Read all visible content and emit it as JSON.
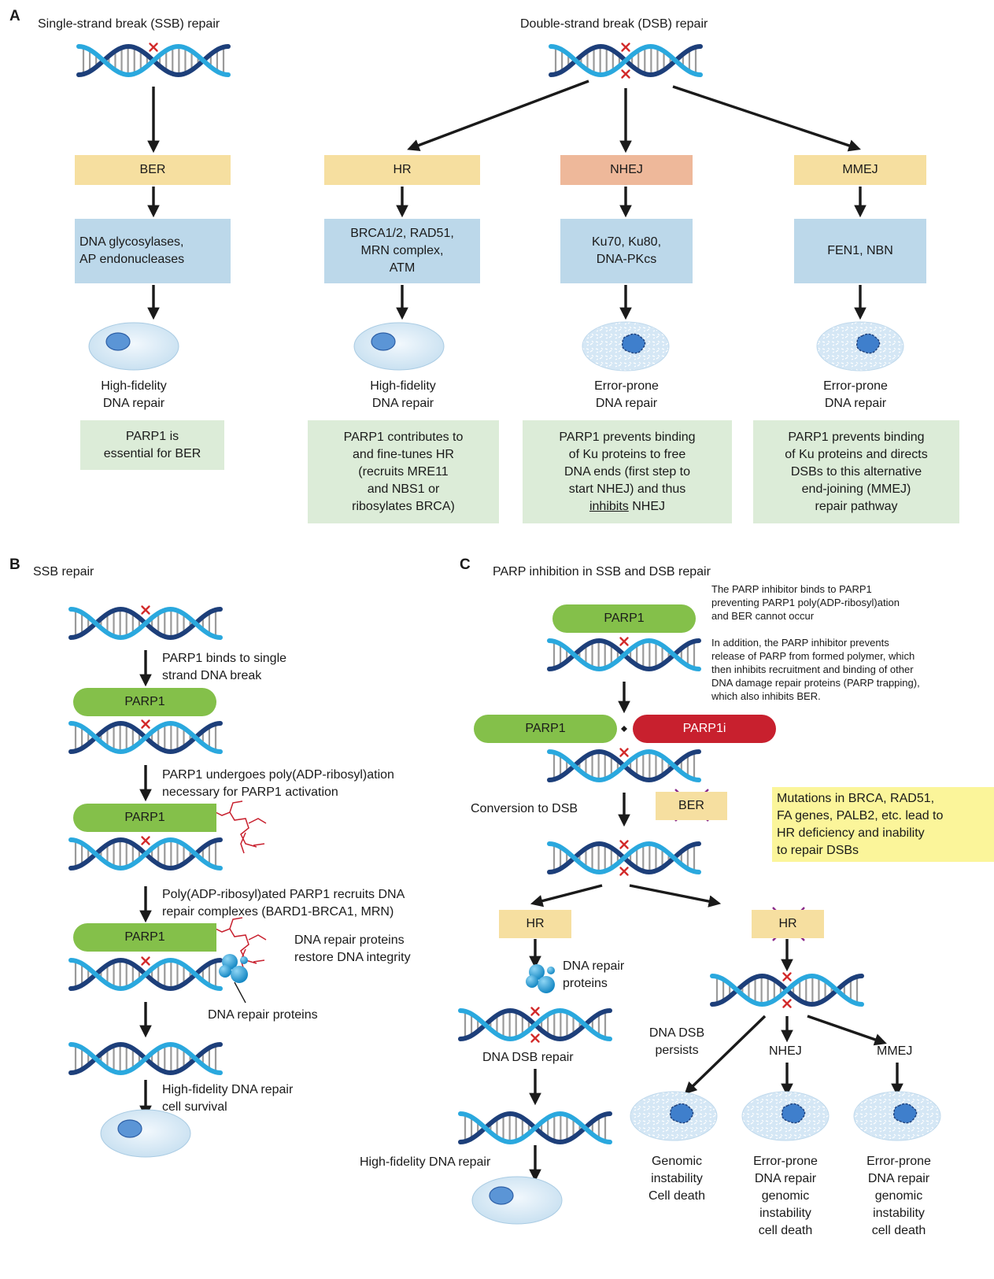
{
  "panelA": {
    "letter": "A",
    "ssb_title": "Single-strand break (SSB) repair",
    "dsb_title": "Double-strand break (DSB) repair",
    "pathways": {
      "ber": "BER",
      "hr": "HR",
      "nhej": "NHEJ",
      "mmej": "MMEJ"
    },
    "proteins": {
      "ber": "DNA glycosylases,\nAP endonucleases",
      "hr": "BRCA1/2, RAD51,\nMRN complex,\nATM",
      "nhej": "Ku70, Ku80,\nDNA-PKcs",
      "mmej": "FEN1, NBN"
    },
    "outcomes": {
      "ber": "High-fidelity\nDNA repair",
      "hr": "High-fidelity\nDNA repair",
      "nhej": "Error-prone\nDNA repair",
      "mmej": "Error-prone\nDNA repair"
    },
    "roles": {
      "ber": "PARP1 is\nessential for BER",
      "hr": "PARP1 contributes to\nand fine-tunes HR\n(recruits MRE11\nand NBS1 or\nribosylates BRCA)",
      "nhej_pre": "PARP1 prevents binding\nof Ku proteins to free\nDNA ends (first step to\nstart NHEJ) and thus\n",
      "nhej_underline": "inhibits",
      "nhej_post": " NHEJ",
      "mmej": "PARP1 prevents binding\nof Ku proteins and directs\nDSBs to this alternative\nend-joining (MMEJ)\nrepair pathway"
    }
  },
  "panelB": {
    "letter": "B",
    "title": "SSB repair",
    "step1": "PARP1 binds to single\nstrand DNA break",
    "step2": "PARP1 undergoes poly(ADP-ribosyl)ation\nnecessary for PARP1 activation",
    "step3": "Poly(ADP-ribosyl)ated PARP1 recruits DNA\nrepair complexes (BARD1-BRCA1, MRN)",
    "restore": "DNA repair proteins\nrestore DNA integrity",
    "repair_proteins": "DNA repair proteins",
    "final": "High-fidelity DNA repair\ncell survival",
    "parp1": "PARP1"
  },
  "panelC": {
    "letter": "C",
    "title": "PARP inhibition in SSB and DSB repair",
    "note1": "The PARP inhibitor binds to PARP1\npreventing PARP1 poly(ADP-ribosyl)ation\nand BER cannot occur",
    "note2": "In addition, the PARP inhibitor prevents\nrelease of PARP from formed polymer, which\nthen inhibits recruitment and binding of other\nDNA damage repair proteins (PARP trapping),\nwhich also inhibits BER.",
    "parp1": "PARP1",
    "parp1i": "PARP1i",
    "conversion": "Conversion to DSB",
    "ber": "BER",
    "mutations": "Mutations in BRCA, RAD51,\nFA genes, PALB2, etc. lead to\nHR deficiency and inability\nto repair DSBs",
    "hr": "HR",
    "hr_blocked": "HR",
    "repair_proteins": "DNA repair\nproteins",
    "dsb_repair": "DNA DSB repair",
    "high_fidelity": "High-fidelity DNA repair",
    "persists": "DNA DSB\npersists",
    "nhej": "NHEJ",
    "mmej": "MMEJ",
    "out1": "Genomic\ninstability\nCell death",
    "out2": "Error-prone\nDNA repair\ngenomic\ninstability\ncell death",
    "out3": "Error-prone\nDNA repair\ngenomic\ninstability\ncell death"
  },
  "colors": {
    "strand_light": "#2aa8de",
    "strand_dark": "#1d3f7a",
    "rung": "#9a9a9a",
    "break_mark": "#d22a2a",
    "parp_green": "#84c04a",
    "parpi_red": "#c8202e",
    "pathway_yellow": "#f6dfa0",
    "nhej_salmon": "#eeb89a",
    "protein_blue": "#bcd8ea",
    "role_green": "#dcecd8",
    "note_yellow": "#fbf59a",
    "cross_purple": "#8a2a8a"
  },
  "icons": [
    "dna-helix-icon",
    "break-mark-icon",
    "healthy-cell-icon",
    "damaged-cell-icon",
    "repair-protein-icon",
    "poly-adp-ribose-icon",
    "down-arrow-icon",
    "cross-out-icon"
  ]
}
